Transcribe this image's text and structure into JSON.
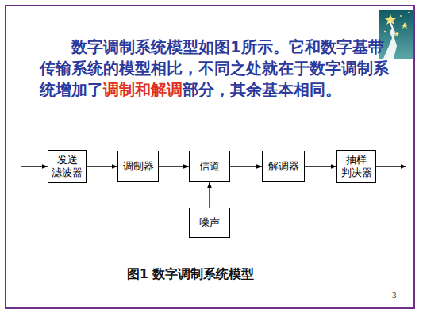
{
  "diagram": {
    "caption": "图1 数字调制系统模型",
    "nodes": [
      {
        "text": [
          "发送 滤波器"
        ]
      },
      {
        "text": [
          "调制器"
        ]
      },
      {
        "text": [
          "信道"
        ]
      },
      {
        "text": [
          "解调器"
        ]
      },
      {
        "text": [
          "抽样 判决器"
        ]
      },
      {
        "text": [
          "噪声"
        ]
      }
    ],
    "edges": [
      {
        "from": 0,
        "to": 1,
        "arrow": "to"
      },
      {
        "from": 1,
        "to": 2,
        "arrow": "to"
      },
      {
        "from": 2,
        "to": 3,
        "arrow": "to"
      },
      {
        "from": 3,
        "to": 4,
        "arrow": "to"
      },
      {
        "from": 5,
        "to": 2,
        "arrow": "to"
      }
    ],
    "labels": [
      "数字调制系统模型如图1所示。它和数字基带传输系统的模型相比，不同之处就在于数字调制系统增加了",
      "调制和解调",
      "部分，其余基本相同。",
      "3"
    ]
  }
}
